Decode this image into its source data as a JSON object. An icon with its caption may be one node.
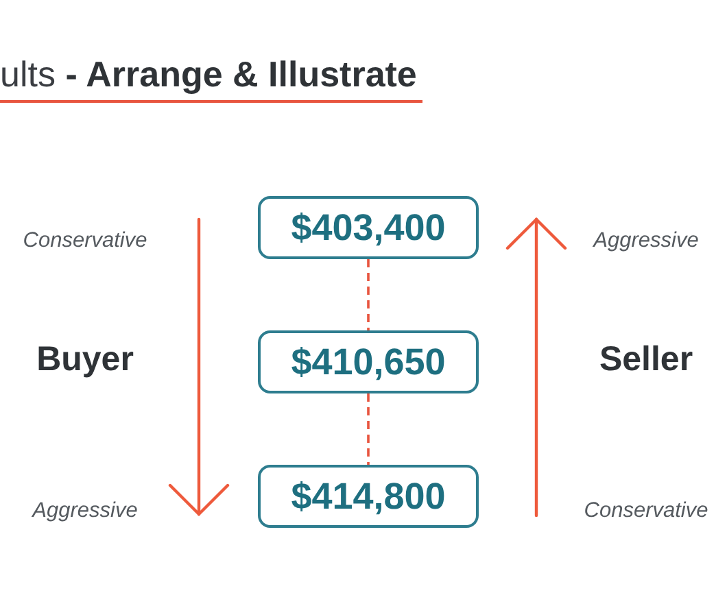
{
  "diagram": {
    "title": "ults **- Arrange & Illustrate**",
    "nodes": [
      {
        "text": [
          "$403,400"
        ]
      },
      {
        "text": [
          "$410,650"
        ]
      },
      {
        "text": [
          "$414,800"
        ]
      }
    ],
    "edges": [
      {
        "from": 0,
        "to": 1,
        "arrow": "none",
        "style": "dashed"
      },
      {
        "from": 1,
        "to": 2,
        "arrow": "none",
        "style": "dashed"
      }
    ],
    "labels": [
      "Conservative",
      "Aggressive",
      "Buyer",
      "Seller",
      "Aggressive",
      "Conservative"
    ]
  }
}
